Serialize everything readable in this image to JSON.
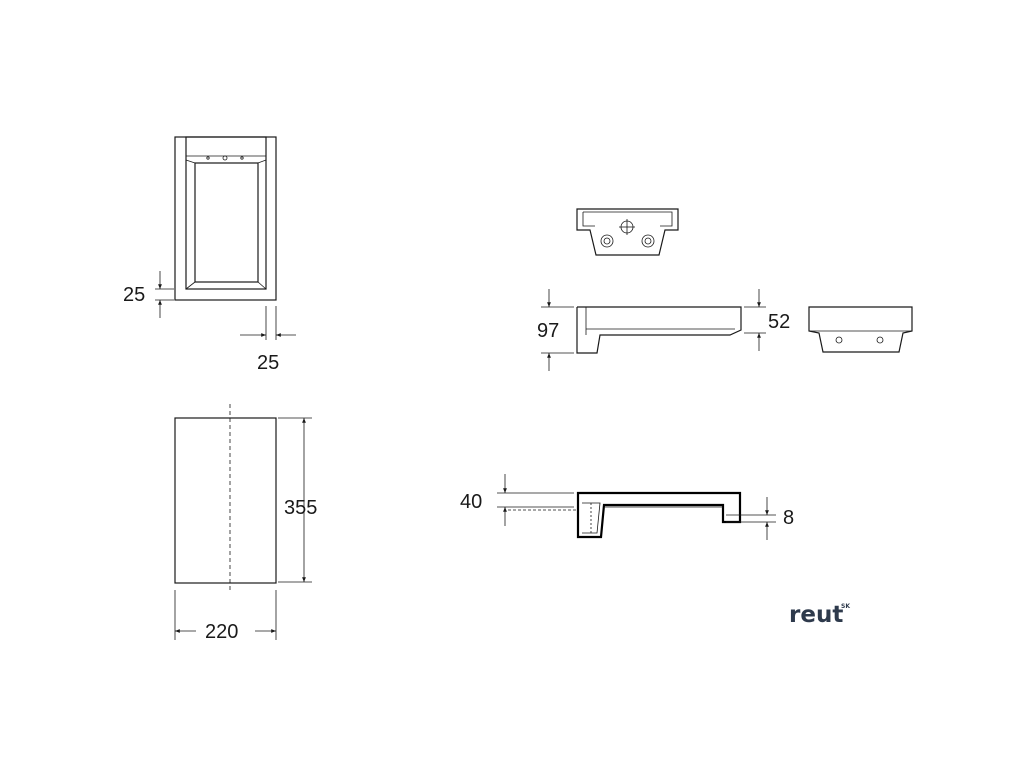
{
  "dimensions": {
    "top_view_frame_height": "25",
    "top_view_frame_width": "25",
    "plan_height": "355",
    "plan_width": "220",
    "side_height": "97",
    "side_front_height": "52",
    "section_height": "40",
    "section_lip": "8"
  },
  "brand": {
    "name": "reut",
    "suffix": "SK",
    "color": "#2e3a4c"
  }
}
